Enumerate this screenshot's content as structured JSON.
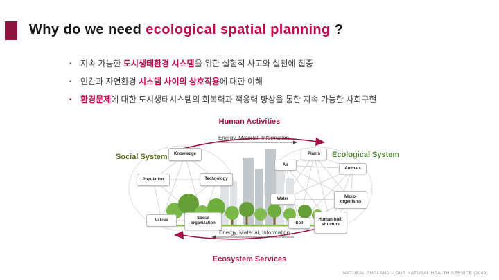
{
  "slide": {
    "title": {
      "prefix": "Why do we need ",
      "highlight": "ecological spatial planning",
      "suffix": " ?"
    },
    "bullets": [
      {
        "marker": "•",
        "parts": [
          {
            "text": "지속 가능한 "
          },
          {
            "text": "도시생태환경 시스템"
          },
          {
            "text": "을 위한 실험적 사고와 실천에 집중"
          }
        ]
      },
      {
        "marker": "•",
        "parts": [
          {
            "text": "인간과 자연환경 "
          },
          {
            "text": "시스템 사이의 상호작용"
          },
          {
            "text": "에 대한 이해"
          }
        ]
      },
      {
        "marker": "•",
        "parts": [
          {
            "text": "환경문제"
          },
          {
            "text": "에 대한 도시생태시스템의 회복력과 적응력 향상을 통한  지속 가능한 사회구현"
          }
        ]
      }
    ],
    "footer": "NATURAL ENGLAND – OUR NATURAL HEALTH SERVICE (2009)"
  },
  "diagram": {
    "human_activities": "Human Activities",
    "ecosystem_services": "Ecosystem Services",
    "social_system": "Social System",
    "ecological_system": "Ecological System",
    "flow_top": "Energy, Material, Information",
    "flow_bottom": "Energy, Material, Information",
    "social_nodes": [
      "Knowledge",
      "Population",
      "Technology",
      "Values",
      "Social organization"
    ],
    "eco_nodes": [
      "Plants",
      "Air",
      "Animals",
      "Water",
      "Micro-organisms",
      "Soil",
      "Human-built structure"
    ]
  },
  "colors": {
    "accent_crimson": "#c4074f",
    "corner_block": "#8e1240",
    "social_green": "#5b6e1e",
    "ecological_green": "#4f8135",
    "arrow_crimson": "#a50d45"
  }
}
